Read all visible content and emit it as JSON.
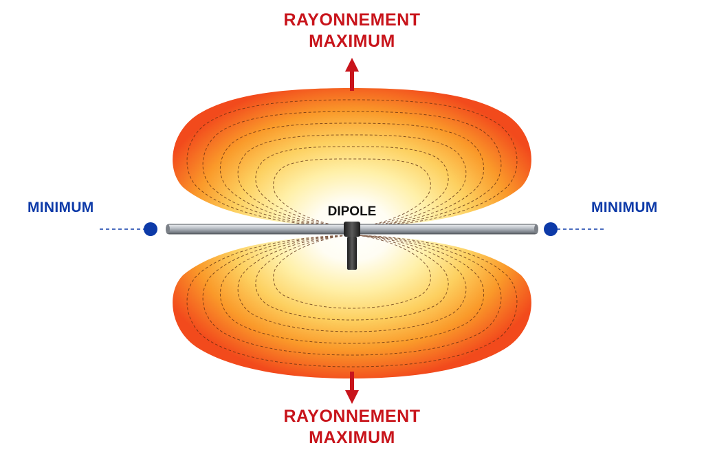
{
  "labels": {
    "top_line1": "RAYONNEMENT",
    "top_line2": "MAXIMUM",
    "bottom_line1": "RAYONNEMENT",
    "bottom_line2": "MAXIMUM",
    "min_left": "MINIMUM",
    "min_right": "MINIMUM",
    "dipole": "DIPOLE"
  },
  "colors": {
    "max_label": "#c8141b",
    "min_label": "#0d3aa8",
    "lobe_outer": "#f4431d",
    "lobe_mid": "#fba31f",
    "lobe_inner": "#fffbe8",
    "dipole_rod": "#9da4ad",
    "dipole_feed": "#2a2a2a",
    "null_point": "#0d3aa8"
  },
  "icons": {
    "top_arrow": "arrow-up-icon",
    "bottom_arrow": "arrow-down-icon",
    "null_markers": "dot-icon"
  }
}
